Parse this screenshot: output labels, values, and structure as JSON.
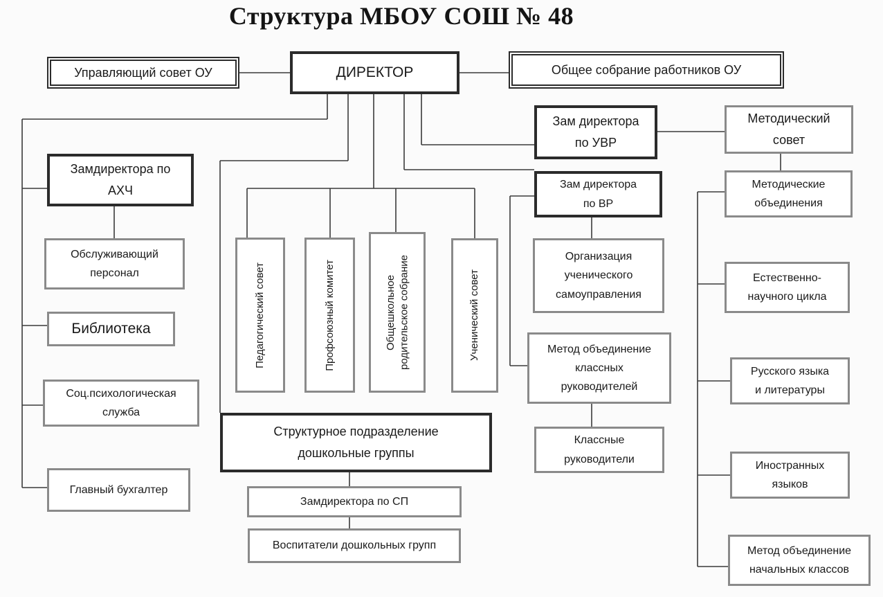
{
  "title": "Структура МБОУ СОШ № 48",
  "nodes": {
    "director": "ДИРЕКТОР",
    "governing_council": "Управляющий совет ОУ",
    "general_assembly": "Общее собрание работников ОУ",
    "deputy_uvr": "Зам директора\nпо УВР",
    "methodical_council": "Методический\nсовет",
    "deputy_ahch": "Замдиректора по\nАХЧ",
    "deputy_vr": "Зам директора\nпо ВР",
    "methodical_associations": "Методические\nобъединения",
    "service_staff": "Обслуживающий\nперсонал",
    "library": "Библиотека",
    "socpsych_service": "Соц.психологическая\nслужба",
    "chief_accountant": "Главный бухгалтер",
    "pedagogical_council": "Педагогический совет",
    "trade_union": "Профсоюзный комитет",
    "parent_meeting": "Общешкольное\nродительское собрание",
    "student_council": "Ученический совет",
    "student_selfgov": "Организация\nученического\nсамоуправления",
    "class_teachers_assoc": "Метод объединение\nклассных\nруководителей",
    "class_teachers": "Классные\nруководители",
    "structural_division": "Структурное подразделение\nдошкольные группы",
    "deputy_sp": "Замдиректора по СП",
    "preschool_educators": "Воспитатели дошкольных групп",
    "natural_science": "Естественно-\nнаучного цикла",
    "russian_literature": "Русского языка\nи литературы",
    "foreign_languages": "Иностранных\nязыков",
    "primary_classes": "Метод объединение\nначальных классов"
  }
}
